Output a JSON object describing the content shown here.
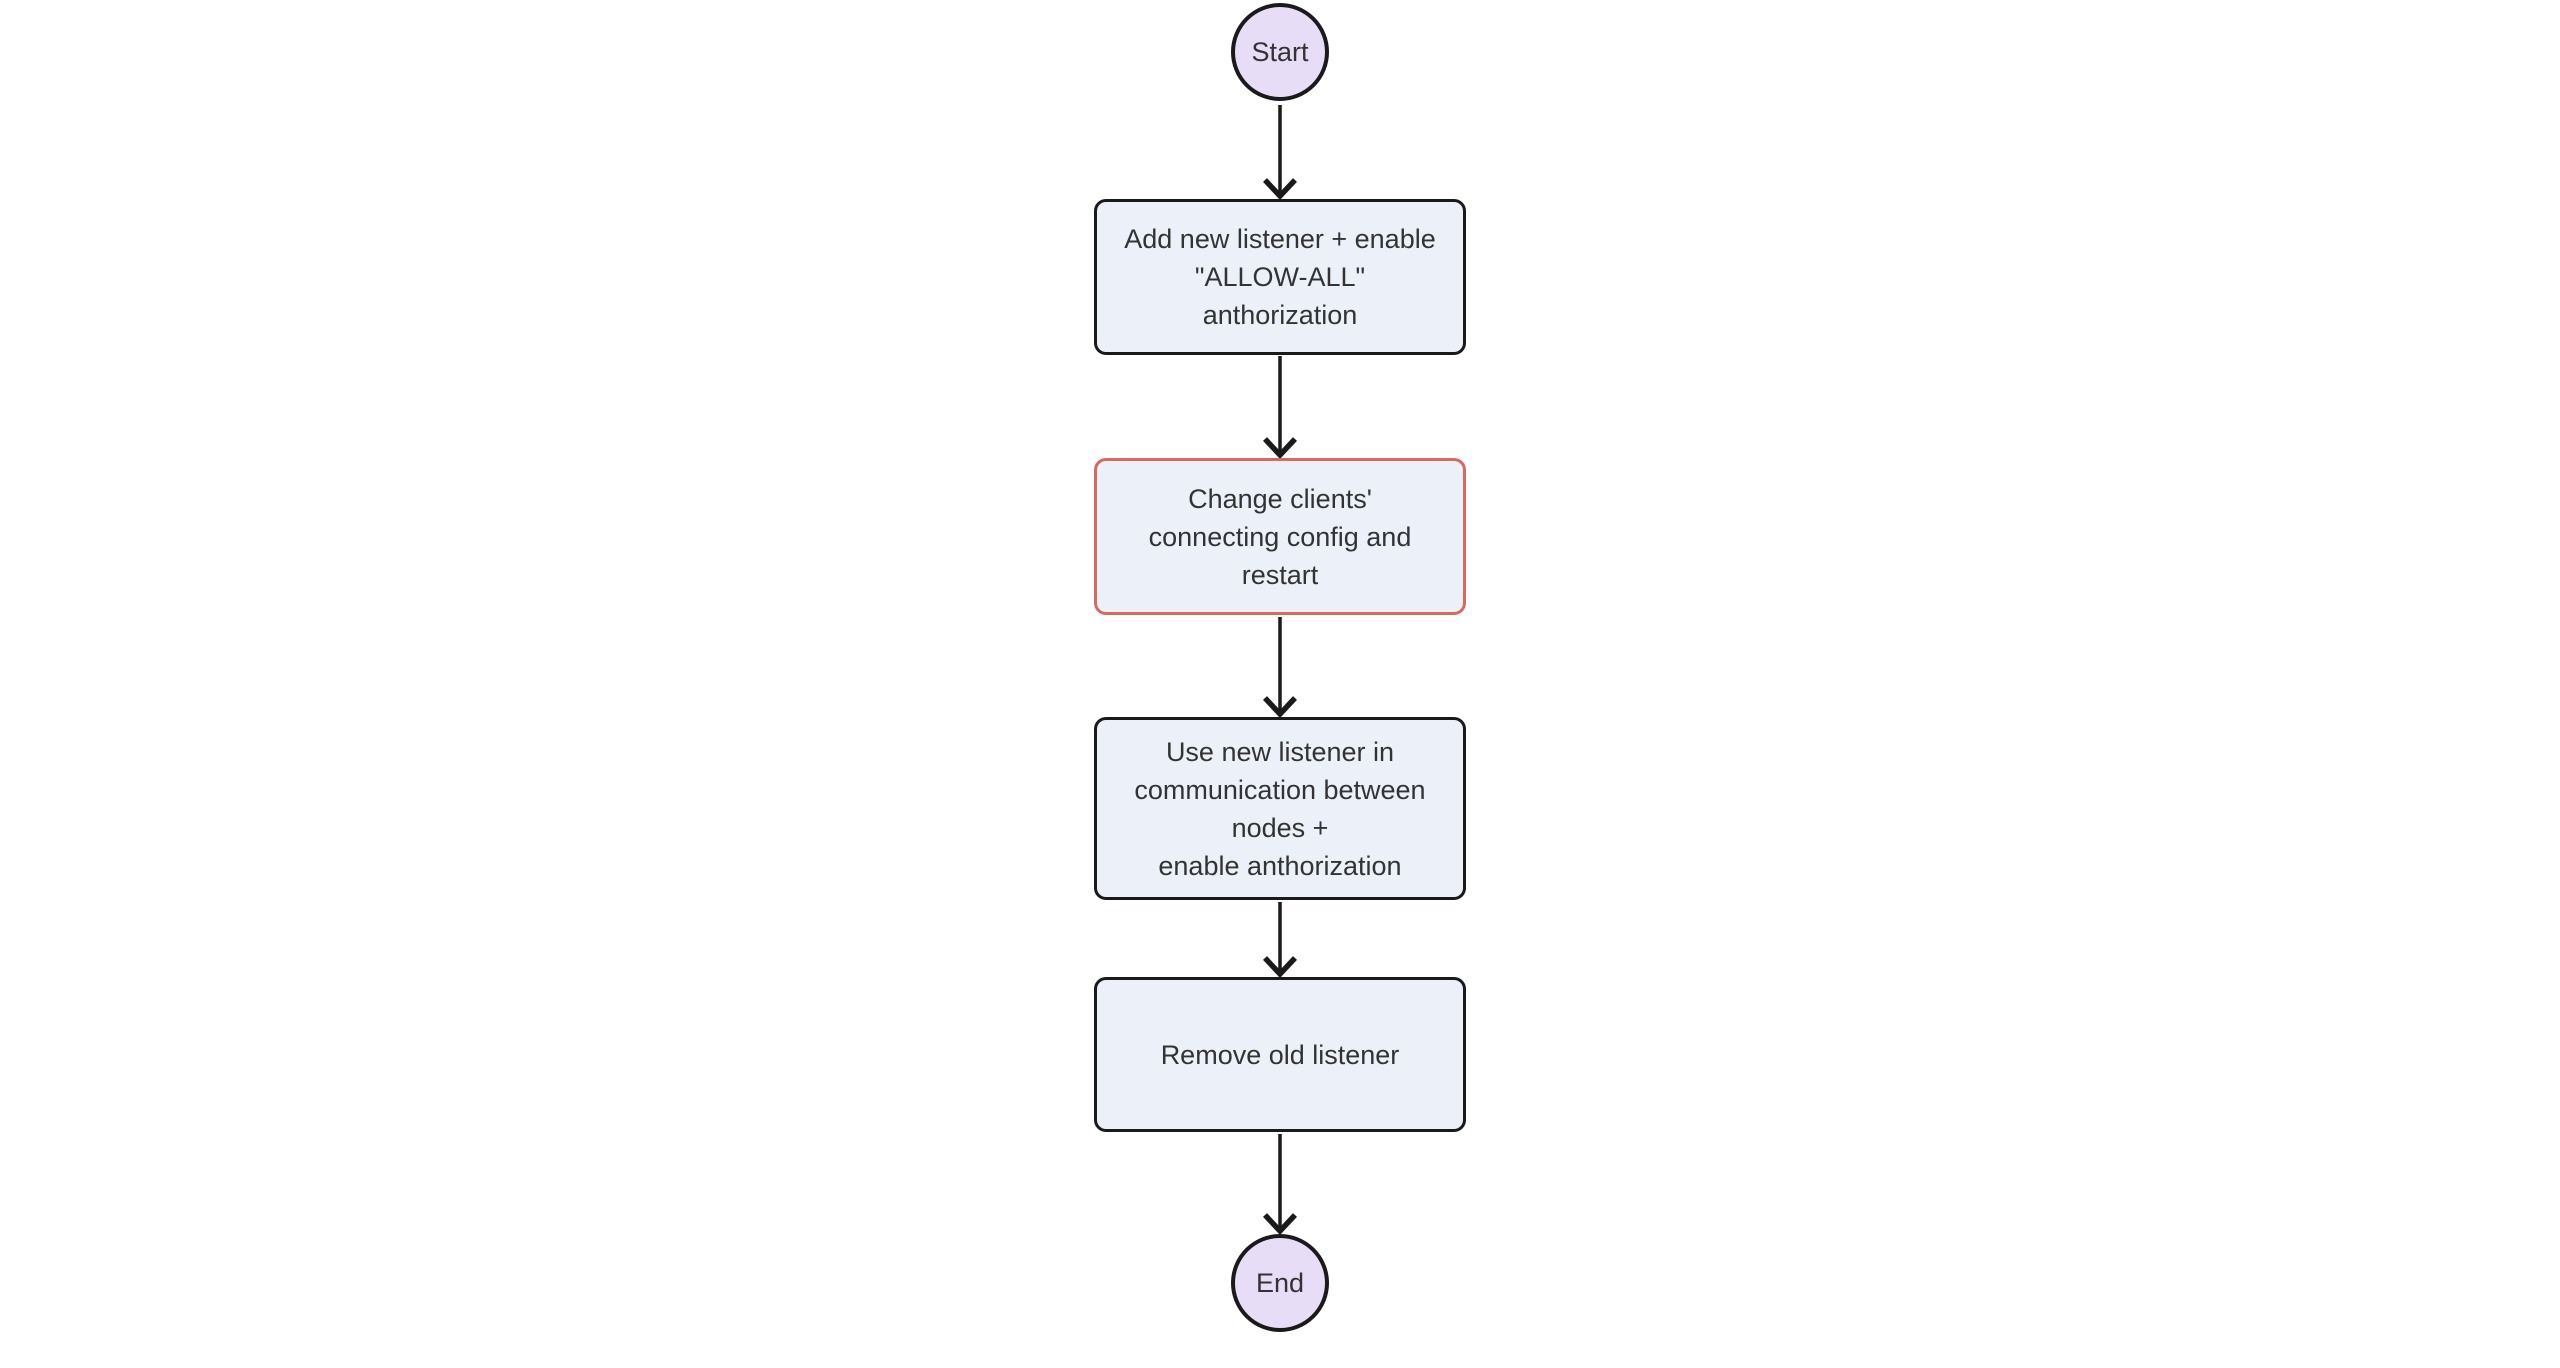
{
  "diagram": {
    "type": "flowchart",
    "direction": "top-down",
    "nodes": [
      {
        "id": "start",
        "shape": "circle",
        "label": "Start",
        "border": "default"
      },
      {
        "id": "step1",
        "shape": "box",
        "label": "Add new listener + enable\n\"ALLOW-ALL\"\nanthorization",
        "border": "default"
      },
      {
        "id": "step2",
        "shape": "box",
        "label": "Change clients'\nconnecting config and\nrestart",
        "border": "highlight"
      },
      {
        "id": "step3",
        "shape": "box",
        "label": "Use new listener in\ncommunication between\nnodes +\nenable anthorization",
        "border": "default"
      },
      {
        "id": "step4",
        "shape": "box",
        "label": "Remove old listener",
        "border": "default"
      },
      {
        "id": "end",
        "shape": "circle",
        "label": "End",
        "border": "default"
      }
    ],
    "edges": [
      {
        "from": "start",
        "to": "step1"
      },
      {
        "from": "step1",
        "to": "step2"
      },
      {
        "from": "step2",
        "to": "step3"
      },
      {
        "from": "step3",
        "to": "step4"
      },
      {
        "from": "step4",
        "to": "end"
      }
    ],
    "colors": {
      "background": "#ffffff",
      "box_fill": "#ecf0f8",
      "circle_fill": "#e7ddf7",
      "stroke": "#1a1a1a",
      "highlight_stroke": "#d9695f",
      "text": "#333333"
    }
  }
}
